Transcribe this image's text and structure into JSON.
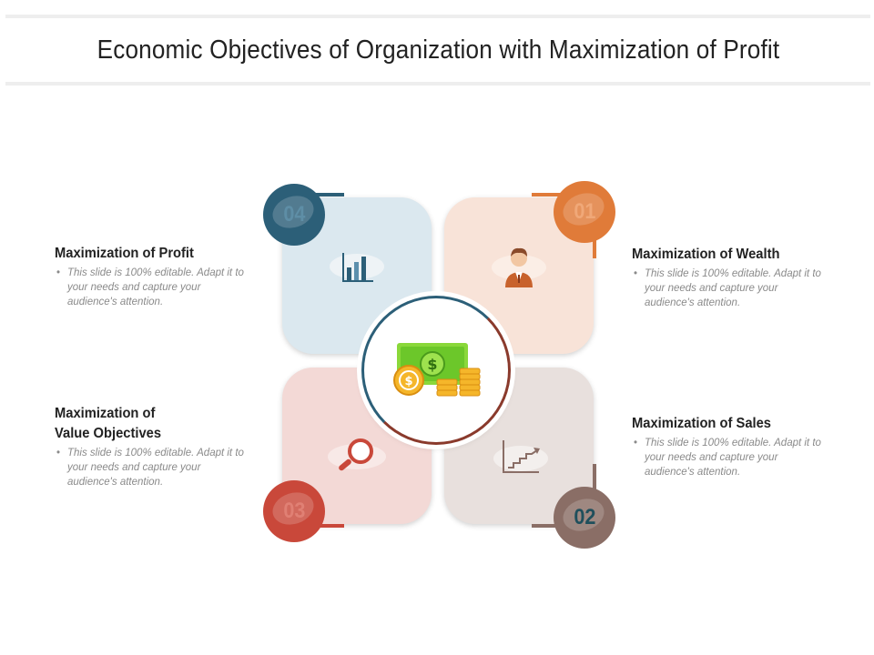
{
  "title": "Economic Objectives of Organization with Maximization of Profit",
  "colors": {
    "blue": "#2c5f78",
    "orange": "#e07b39",
    "red": "#c9483a",
    "brown": "#8a6e66",
    "tile_blue": "#dbe8ef",
    "tile_peach": "#f8e3d8",
    "tile_pink": "#f3d9d6",
    "tile_taupe": "#e8e0dd"
  },
  "badges": {
    "b04": "04",
    "b01": "01",
    "b03": "03",
    "b02": "02"
  },
  "icons": {
    "tile04": "bar-chart-icon",
    "tile01": "businessman-icon",
    "tile03": "magnifier-icon",
    "tile02": "growth-chart-icon",
    "center": "money-coins-icon"
  },
  "items": {
    "profit": {
      "title": "Maximization of Profit",
      "desc": "This slide is 100% editable. Adapt it to your needs and capture your audience's attention."
    },
    "value": {
      "title_line1": "Maximization of",
      "title_line2": "Value Objectives",
      "desc": "This slide is 100% editable. Adapt it to your needs and capture your audience's attention."
    },
    "wealth": {
      "title": "Maximization of Wealth",
      "desc": "This slide is 100% editable. Adapt it to your needs and capture your audience's attention."
    },
    "sales": {
      "title": "Maximization of Sales",
      "desc": "This slide is 100% editable. Adapt it to your needs and capture your audience's attention."
    }
  }
}
